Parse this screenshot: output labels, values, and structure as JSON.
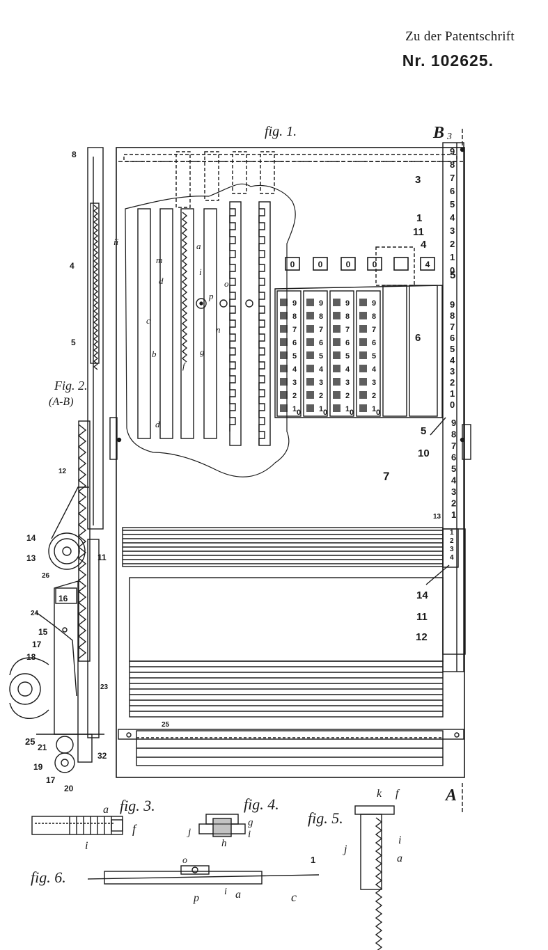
{
  "header": {
    "line1": "Zu der Patentschrift",
    "line2": "Nr. 102625."
  },
  "figures": {
    "fig1": "fig. 1.",
    "fig2": "Fig. 2.",
    "fig2_section": "(A-B)",
    "fig3": "fig. 3.",
    "fig4": "fig. 4.",
    "fig5": "fig. 5.",
    "fig6": "fig. 6."
  },
  "section_marks": {
    "top": "B",
    "top_sub": "3",
    "bottom": "A"
  },
  "reference_numbers": {
    "r1": "1",
    "r3": "3",
    "r4": "4",
    "r5": "5",
    "r6": "6",
    "r7": "7",
    "r8": "8",
    "r10": "10",
    "r11": "11",
    "r12": "12",
    "r13": "13",
    "r14": "14",
    "r15": "15",
    "r16": "16",
    "r17": "17",
    "r18": "18",
    "r19": "19",
    "r20": "20",
    "r21": "21",
    "r23": "23",
    "r24": "24",
    "r25": "25",
    "r26": "26",
    "r32": "32"
  },
  "reference_letters": {
    "a": "a",
    "b": "b",
    "c": "c",
    "d": "d",
    "f": "f",
    "g": "g",
    "h": "h",
    "i": "i",
    "j": "j",
    "k": "k",
    "m": "m",
    "n": "n",
    "o": "o",
    "p": "p",
    "ii": "ii"
  },
  "result_window_digits": [
    "0",
    "0",
    "0",
    "0",
    "",
    "4"
  ],
  "column_digits": [
    "9",
    "8",
    "7",
    "6",
    "5",
    "4",
    "3",
    "2",
    "1",
    "0"
  ],
  "right_scale_upper": [
    "9",
    "8",
    "7",
    "6",
    "5",
    "4",
    "3",
    "2",
    "1",
    "0"
  ],
  "right_scale_lower": [
    "9",
    "8",
    "7",
    "6",
    "5",
    "4",
    "3",
    "2",
    "1"
  ],
  "small_scale": [
    "1",
    "2",
    "3",
    "4"
  ]
}
